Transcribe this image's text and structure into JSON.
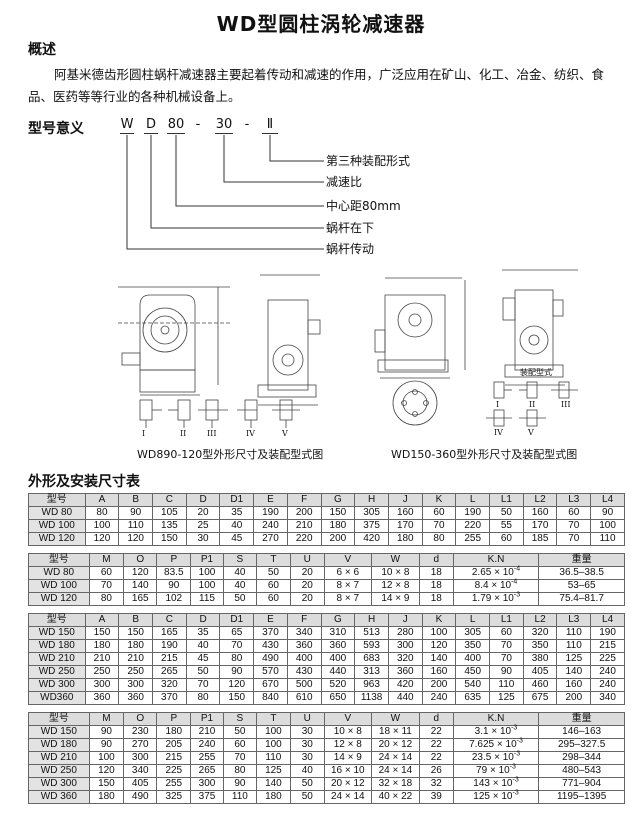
{
  "title": "WD型圆柱涡轮减速器",
  "overview": {
    "heading": "概述",
    "line1": "阿基米德齿形圆柱蜗杆减速器主要起着传动和减速的作用，广泛应用在矿山、化工、冶金、纺织、食",
    "line2": "品、医药等等行业的各种机械设备上。"
  },
  "model_meaning": {
    "heading": "型号意义",
    "codes": [
      "W",
      "D",
      "80",
      "-",
      "30",
      "-",
      "Ⅱ"
    ],
    "legend": [
      "第三种装配形式",
      "减速比",
      "中心距80mm",
      "蜗杆在下",
      "蜗杆传动"
    ]
  },
  "figures": {
    "left_caption": "WD890-120型外形尺寸及装配型式图",
    "right_caption": "WD150-360型外形尺寸及装配型式图",
    "right_mount_label": "装配型式",
    "left_mount_labels": [
      "I",
      "II",
      "III",
      "IV",
      "V"
    ],
    "right_mount_labels": [
      "I",
      "II",
      "III",
      "IV",
      "V"
    ]
  },
  "dimension_section": {
    "heading": "外形及安装尺寸表",
    "table1": {
      "headers": [
        "型号",
        "A",
        "B",
        "C",
        "D",
        "D1",
        "E",
        "F",
        "G",
        "H",
        "J",
        "K",
        "L",
        "L1",
        "L2",
        "L3",
        "L4"
      ],
      "rows": [
        [
          "WD 80",
          "80",
          "90",
          "105",
          "20",
          "35",
          "190",
          "200",
          "150",
          "305",
          "160",
          "60",
          "190",
          "50",
          "160",
          "60",
          "90"
        ],
        [
          "WD 100",
          "100",
          "110",
          "135",
          "25",
          "40",
          "240",
          "210",
          "180",
          "375",
          "170",
          "70",
          "220",
          "55",
          "170",
          "70",
          "100"
        ],
        [
          "WD 120",
          "120",
          "120",
          "150",
          "30",
          "45",
          "270",
          "220",
          "200",
          "420",
          "180",
          "80",
          "255",
          "60",
          "185",
          "70",
          "110"
        ]
      ]
    },
    "table2": {
      "headers": [
        "型号",
        "M",
        "O",
        "P",
        "P1",
        "S",
        "T",
        "U",
        "V",
        "W",
        "d",
        "K.N",
        "重量"
      ],
      "rows": [
        [
          "WD 80",
          "60",
          "120",
          "83.5",
          "100",
          "40",
          "50",
          "20",
          "6 × 6",
          "10 × 8",
          "18",
          [
            "2.65 × 10",
            "-4"
          ],
          "36.5–38.5"
        ],
        [
          "WD 100",
          "70",
          "140",
          "90",
          "100",
          "40",
          "60",
          "20",
          "8 × 7",
          "12 × 8",
          "18",
          [
            "8.4 × 10",
            "-4"
          ],
          "53–65"
        ],
        [
          "WD 120",
          "80",
          "165",
          "102",
          "115",
          "50",
          "60",
          "20",
          "8 × 7",
          "14 × 9",
          "18",
          [
            "1.79 × 10",
            "-3"
          ],
          "75.4–81.7"
        ]
      ]
    },
    "table3": {
      "headers": [
        "型号",
        "A",
        "B",
        "C",
        "D",
        "D1",
        "E",
        "F",
        "G",
        "H",
        "J",
        "K",
        "L",
        "L1",
        "L2",
        "L3",
        "L4"
      ],
      "rows": [
        [
          "WD 150",
          "150",
          "150",
          "165",
          "35",
          "65",
          "370",
          "340",
          "310",
          "513",
          "280",
          "100",
          "305",
          "60",
          "320",
          "110",
          "190"
        ],
        [
          "WD 180",
          "180",
          "180",
          "190",
          "40",
          "70",
          "430",
          "360",
          "360",
          "593",
          "300",
          "120",
          "350",
          "70",
          "350",
          "110",
          "215"
        ],
        [
          "WD 210",
          "210",
          "210",
          "215",
          "45",
          "80",
          "490",
          "400",
          "400",
          "683",
          "320",
          "140",
          "400",
          "70",
          "380",
          "125",
          "225"
        ],
        [
          "WD 250",
          "250",
          "250",
          "265",
          "50",
          "90",
          "570",
          "430",
          "440",
          "313",
          "360",
          "160",
          "450",
          "90",
          "405",
          "140",
          "240"
        ],
        [
          "WD 300",
          "300",
          "300",
          "320",
          "70",
          "120",
          "670",
          "500",
          "520",
          "963",
          "420",
          "200",
          "540",
          "110",
          "460",
          "160",
          "240"
        ],
        [
          "WD360",
          "360",
          "360",
          "370",
          "80",
          "150",
          "840",
          "610",
          "650",
          "1138",
          "440",
          "240",
          "635",
          "125",
          "675",
          "200",
          "340"
        ]
      ]
    },
    "table4": {
      "headers": [
        "型号",
        "M",
        "O",
        "P",
        "P1",
        "S",
        "T",
        "U",
        "V",
        "W",
        "d",
        "K.N",
        "重量"
      ],
      "rows": [
        [
          "WD 150",
          "90",
          "230",
          "180",
          "210",
          "50",
          "100",
          "30",
          "10 × 8",
          "18 × 11",
          "22",
          [
            "3.1 × 10",
            "-3"
          ],
          "146–163"
        ],
        [
          "WD 180",
          "90",
          "270",
          "205",
          "240",
          "60",
          "100",
          "30",
          "12 × 8",
          "20 × 12",
          "22",
          [
            "7.625 × 10",
            "-3"
          ],
          "295–327.5"
        ],
        [
          "WD 210",
          "100",
          "300",
          "215",
          "255",
          "70",
          "110",
          "30",
          "14 × 9",
          "24 × 14",
          "22",
          [
            "23.5 × 10",
            "-3"
          ],
          "298–344"
        ],
        [
          "WD 250",
          "120",
          "340",
          "225",
          "265",
          "80",
          "125",
          "40",
          "16 × 10",
          "24 × 14",
          "26",
          [
            "79 × 10",
            "-3"
          ],
          "480–543"
        ],
        [
          "WD 300",
          "150",
          "405",
          "255",
          "300",
          "90",
          "140",
          "50",
          "20 × 12",
          "32 × 18",
          "32",
          [
            "143 × 10",
            "-3"
          ],
          "771–904"
        ],
        [
          "WD 360",
          "180",
          "490",
          "325",
          "375",
          "110",
          "180",
          "50",
          "24 × 14",
          "40 × 22",
          "39",
          [
            "125 × 10",
            "-3"
          ],
          "1195–1395"
        ]
      ]
    }
  }
}
